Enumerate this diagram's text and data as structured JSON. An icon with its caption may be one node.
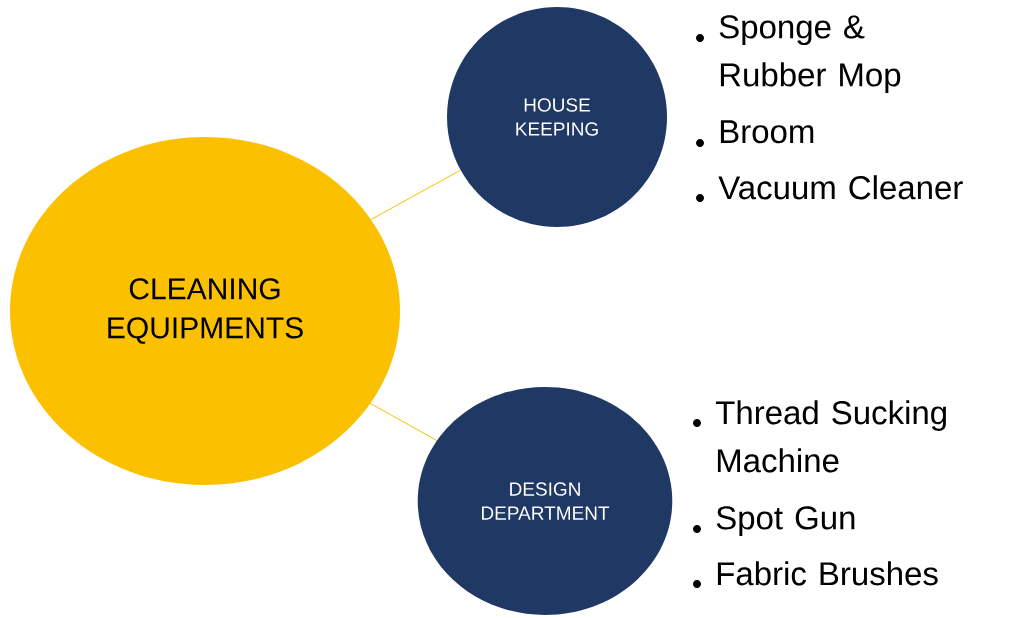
{
  "diagram": {
    "nodes": [
      {
        "text": [
          "CLEANING EQUIPMENTS"
        ]
      },
      {
        "text": [
          "HOUSE KEEPING"
        ],
        "beside": [
          "Sponge & Rubber Mop",
          "Broom",
          "Vacuum Cleaner"
        ]
      },
      {
        "text": [
          "DESIGN DEPARTMENT"
        ],
        "beside": [
          "Thread Sucking Machine",
          "Spot Gun",
          "Fabric Brushes"
        ]
      }
    ],
    "edges": [
      {
        "from": 0,
        "to": 1,
        "arrow": "none"
      },
      {
        "from": 0,
        "to": 2,
        "arrow": "none"
      }
    ]
  }
}
